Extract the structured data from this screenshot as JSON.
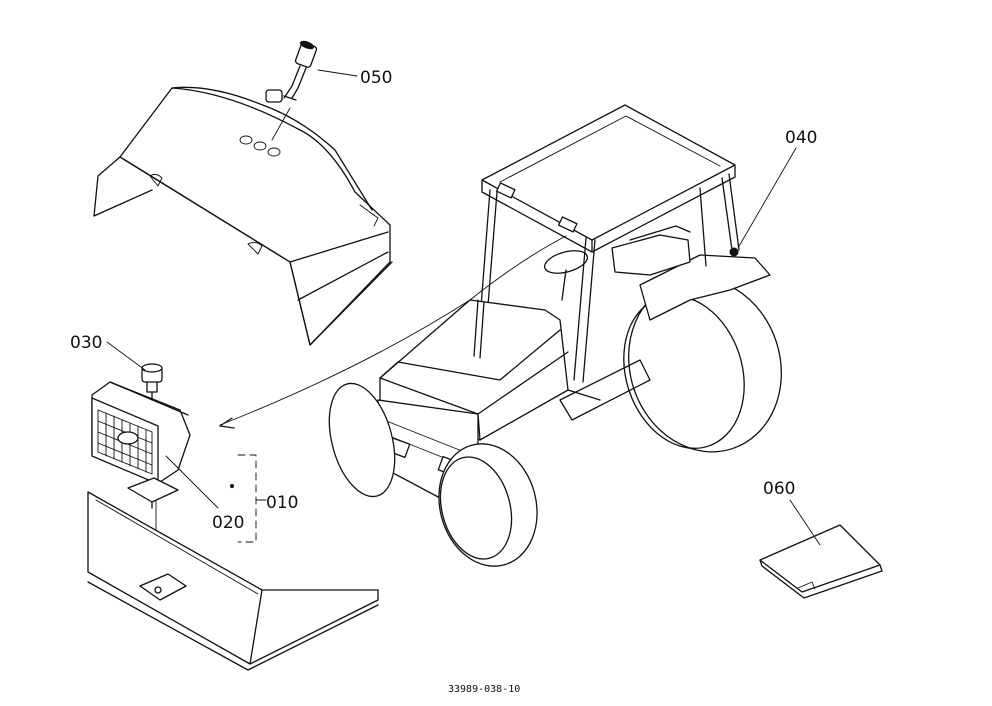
{
  "callouts": {
    "c050": "050",
    "c040": "040",
    "c030": "030",
    "c010": "010",
    "c020": "020",
    "c060": "060"
  },
  "figure_code": "33989-038-10"
}
